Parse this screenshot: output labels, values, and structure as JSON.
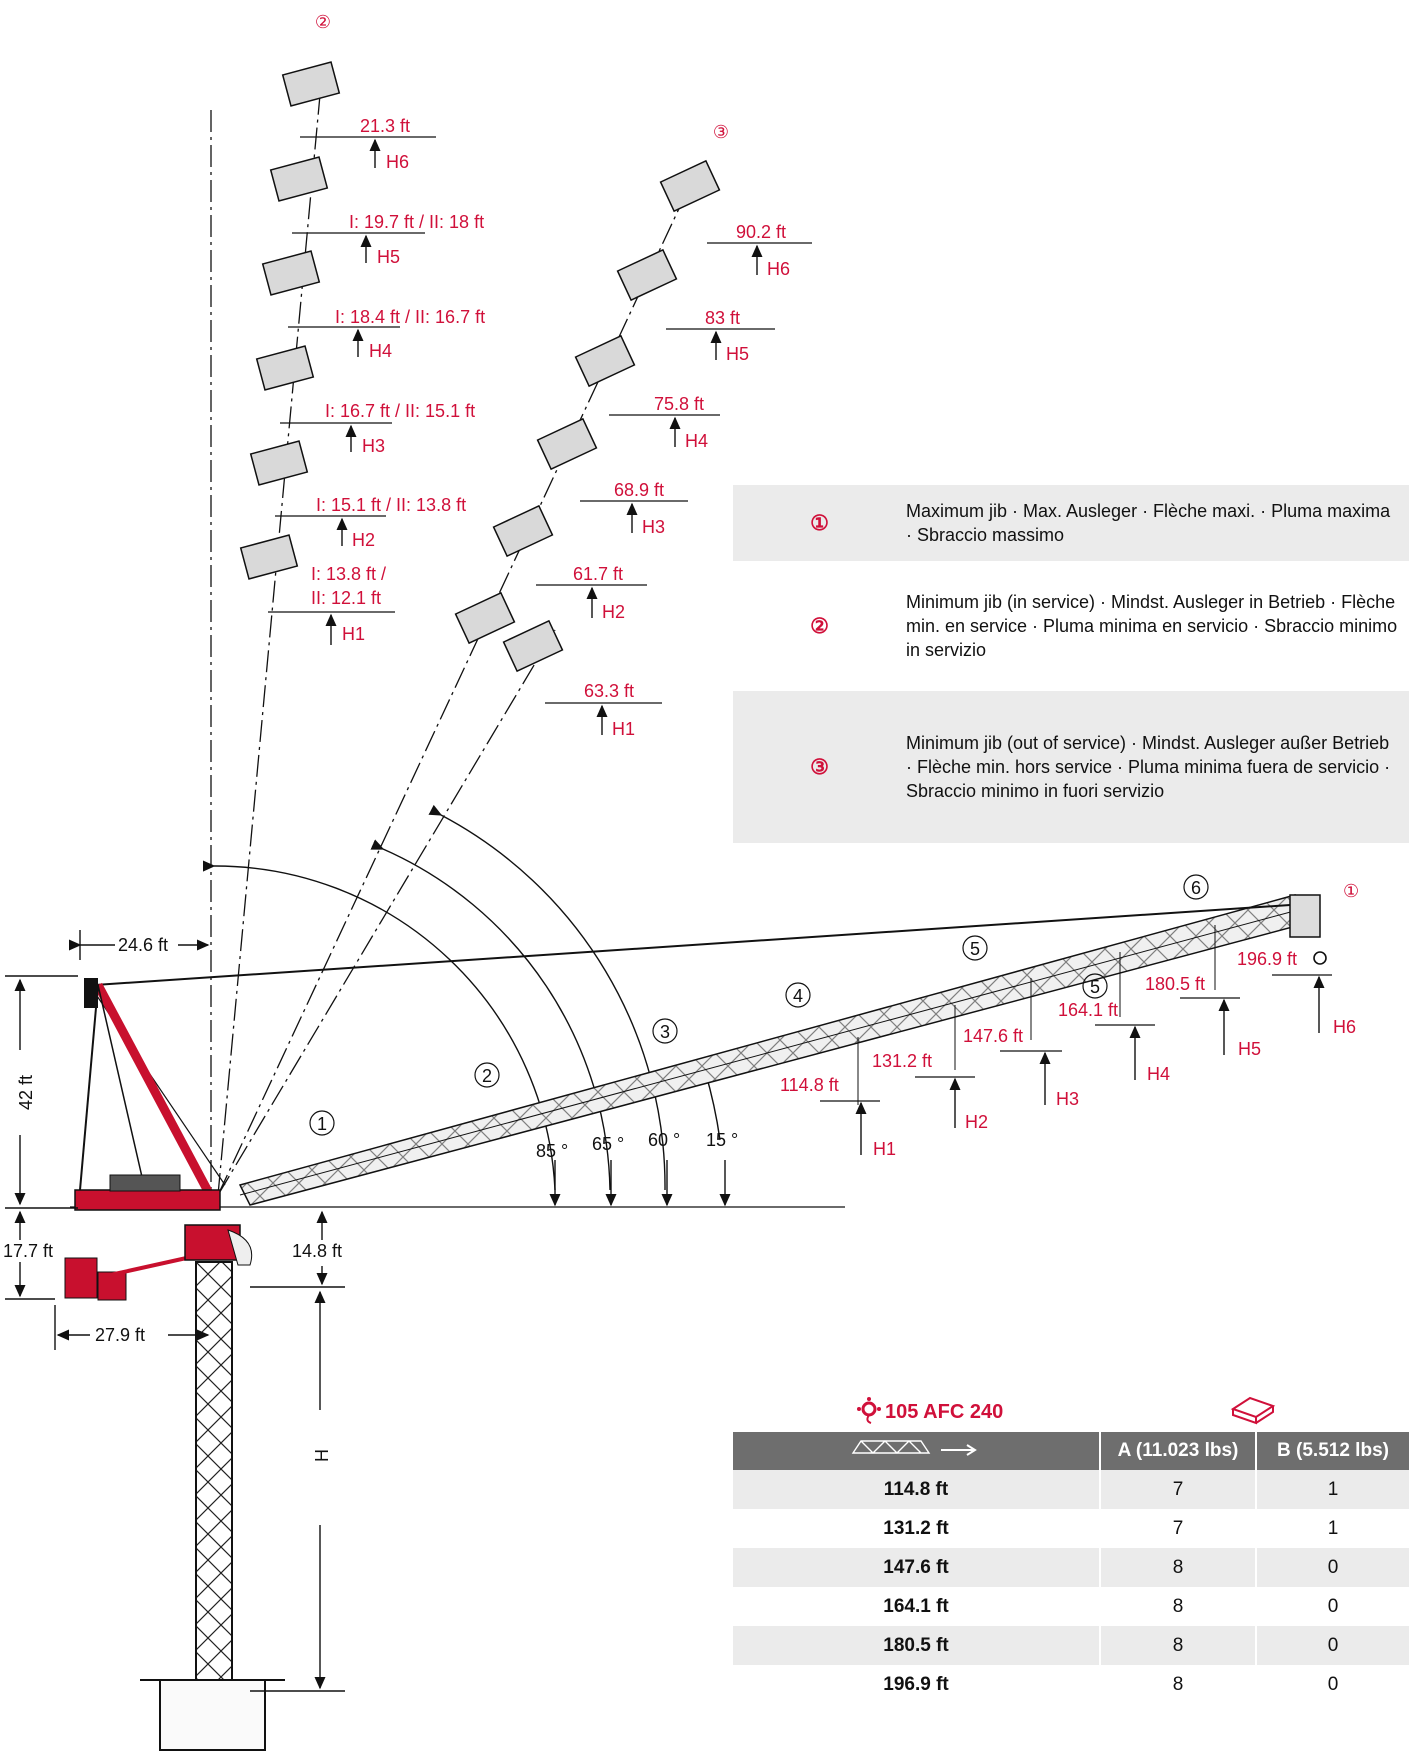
{
  "markers": {
    "one": "①",
    "two": "②",
    "three": "③"
  },
  "config2_labels": [
    {
      "text": "21.3 ft",
      "h": "H6"
    },
    {
      "text": "I: 19.7 ft / II: 18 ft",
      "h": "H5"
    },
    {
      "text": "I: 18.4 ft / II: 16.7 ft",
      "h": "H4"
    },
    {
      "text": "I: 16.7 ft / II: 15.1 ft",
      "h": "H3"
    },
    {
      "text": "I: 15.1 ft / II: 13.8 ft",
      "h": "H2"
    },
    {
      "text_line1": "I: 13.8 ft /",
      "text_line2": "II: 12.1 ft",
      "h": "H1"
    }
  ],
  "config3_labels": [
    {
      "text": "90.2 ft",
      "h": "H6"
    },
    {
      "text": "83 ft",
      "h": "H5"
    },
    {
      "text": "75.8 ft",
      "h": "H4"
    },
    {
      "text": "68.9 ft",
      "h": "H3"
    },
    {
      "text": "61.7 ft",
      "h": "H2"
    },
    {
      "text": "63.3 ft",
      "h": "H1"
    }
  ],
  "jib_labels": [
    {
      "text": "114.8 ft",
      "h": "H1"
    },
    {
      "text": "131.2 ft",
      "h": "H2"
    },
    {
      "text": "147.6 ft",
      "h": "H3"
    },
    {
      "text": "164.1 ft",
      "h": "H4"
    },
    {
      "text": "180.5 ft",
      "h": "H5"
    },
    {
      "text": "196.9 ft",
      "h": "H6"
    }
  ],
  "section_numbers": [
    "1",
    "2",
    "3",
    "4",
    "5",
    "5",
    "6"
  ],
  "angles": [
    "85 °",
    "65 °",
    "60 °",
    "15 °"
  ],
  "dimensions": {
    "jib_offset": "24.6 ft",
    "a_frame_height": "42 ft",
    "counterjib_drop": "17.7 ft",
    "counterjib_length": "27.9 ft",
    "slew_height": "14.8 ft",
    "tower_height": "H"
  },
  "legend": [
    {
      "num": "①",
      "text": "Maximum jib · Max. Ausleger · Flèche maxi. · Pluma maxima · Sbraccio massimo"
    },
    {
      "num": "②",
      "text": "Minimum jib (in service) · Mindst. Ausleger in Betrieb · Flèche min. en service · Pluma minima en servicio · Sbraccio minimo in servizio"
    },
    {
      "num": "③",
      "text": "Minimum jib (out of service) · Mindst. Ausleger außer Betrieb · Flèche min. hors service · Pluma minima fuera de servicio · Sbraccio minimo in fuori servizio"
    }
  ],
  "table": {
    "model": "105 AFC 240",
    "col_a": "A (11.023 lbs)",
    "col_b": "B (5.512 lbs)",
    "rows": [
      {
        "length": "114.8 ft",
        "a": "7",
        "b": "1"
      },
      {
        "length": "131.2 ft",
        "a": "7",
        "b": "1"
      },
      {
        "length": "147.6 ft",
        "a": "8",
        "b": "0"
      },
      {
        "length": "164.1 ft",
        "a": "8",
        "b": "0"
      },
      {
        "length": "180.5 ft",
        "a": "8",
        "b": "0"
      },
      {
        "length": "196.9 ft",
        "a": "8",
        "b": "0"
      }
    ]
  },
  "colors": {
    "accent": "#d0103a",
    "header": "#6e6e6e",
    "shade": "#ebebeb"
  }
}
